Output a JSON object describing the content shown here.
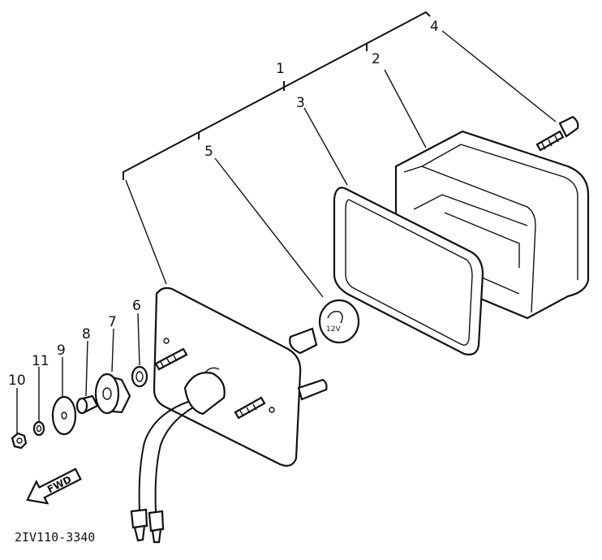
{
  "callouts": {
    "c1": "1",
    "c2": "2",
    "c3": "3",
    "c4": "4",
    "c5": "5",
    "c6": "6",
    "c7": "7",
    "c8": "8",
    "c9": "9",
    "c10": "10",
    "c11": "11"
  },
  "direction_arrow": {
    "label": "FWD"
  },
  "part_code": "2IV110-3340"
}
